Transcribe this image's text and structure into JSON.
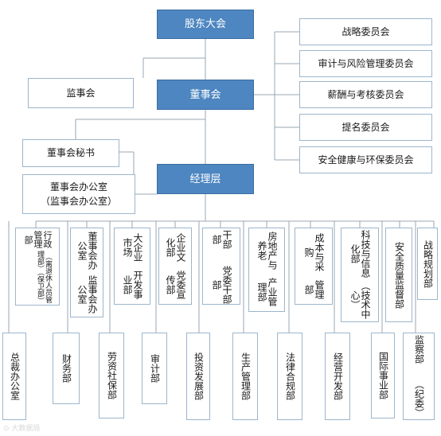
{
  "top": {
    "shareholders": "股东大会",
    "board": "董事会",
    "supervisory": "监事会",
    "management": "经理层",
    "secretary": "董事会秘书",
    "office_line1": "董事会办公室",
    "office_line2": "（监事会办公室）"
  },
  "committees": [
    "战略委员会",
    "审计与风险管理委员会",
    "薪酬与考核委员会",
    "提名委员会",
    "安全健康与环保委员会"
  ],
  "upper_departments": {
    "admin": {
      "line1": "行政管理部",
      "line2": "（离退休人员管理部）（保卫部）"
    },
    "board_office": {
      "line1": "董事会办公室",
      "line2": "监事会办公室"
    },
    "enterprise_market": {
      "line1": "大企业市场",
      "line2": "开发事业部"
    },
    "culture": {
      "line1": "企业文化部",
      "line2": "党委宣传部"
    },
    "cadre": {
      "line1": "干部部",
      "line2": "党委干部部"
    },
    "real_estate": {
      "line1": "房地产与养老",
      "line2": "产业管理部"
    },
    "procurement": {
      "line1": "成本与采购",
      "line2": "管理部"
    },
    "it": {
      "line1": "科技与信息化部",
      "line2": "（技术中心）"
    },
    "safety": "安全质量监督部",
    "strategy": "战略规划部"
  },
  "lower_departments": [
    "总裁办公室",
    "财务部",
    "劳资社保部",
    "审计部",
    "投资发展部",
    "生产管理部",
    "法律合规部",
    "经营开发部",
    "国际事业部"
  ],
  "lower_last": {
    "line1": "监察部",
    "line2": "（纪委）"
  },
  "watermark": "⊙ 大数据局"
}
